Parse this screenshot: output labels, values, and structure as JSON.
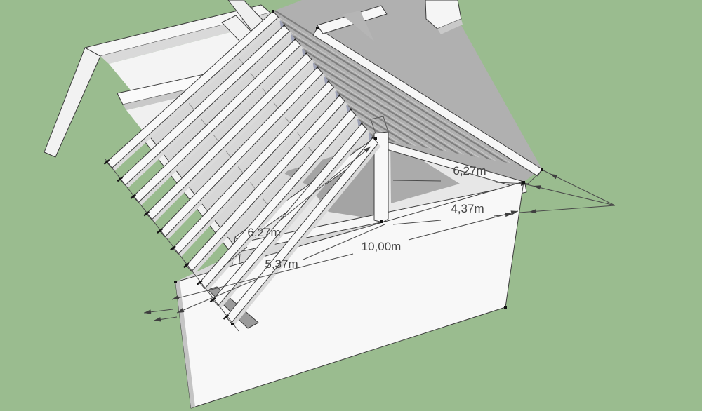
{
  "scene": {
    "description": "3D model of a gable-roof house with exposed rafters, viewed from above in a modeling tool",
    "background_color": "#9ABC8F",
    "line_color": "#3c3c3c",
    "dimension_text_color": "#474747",
    "rafter_count": 10,
    "dimensions": {
      "left_roof_slope": "6,27m",
      "right_roof_slope": "6,27m",
      "right_wall": "4,37m",
      "front_width": "10,00m",
      "front_left_section": "5,37m"
    }
  }
}
